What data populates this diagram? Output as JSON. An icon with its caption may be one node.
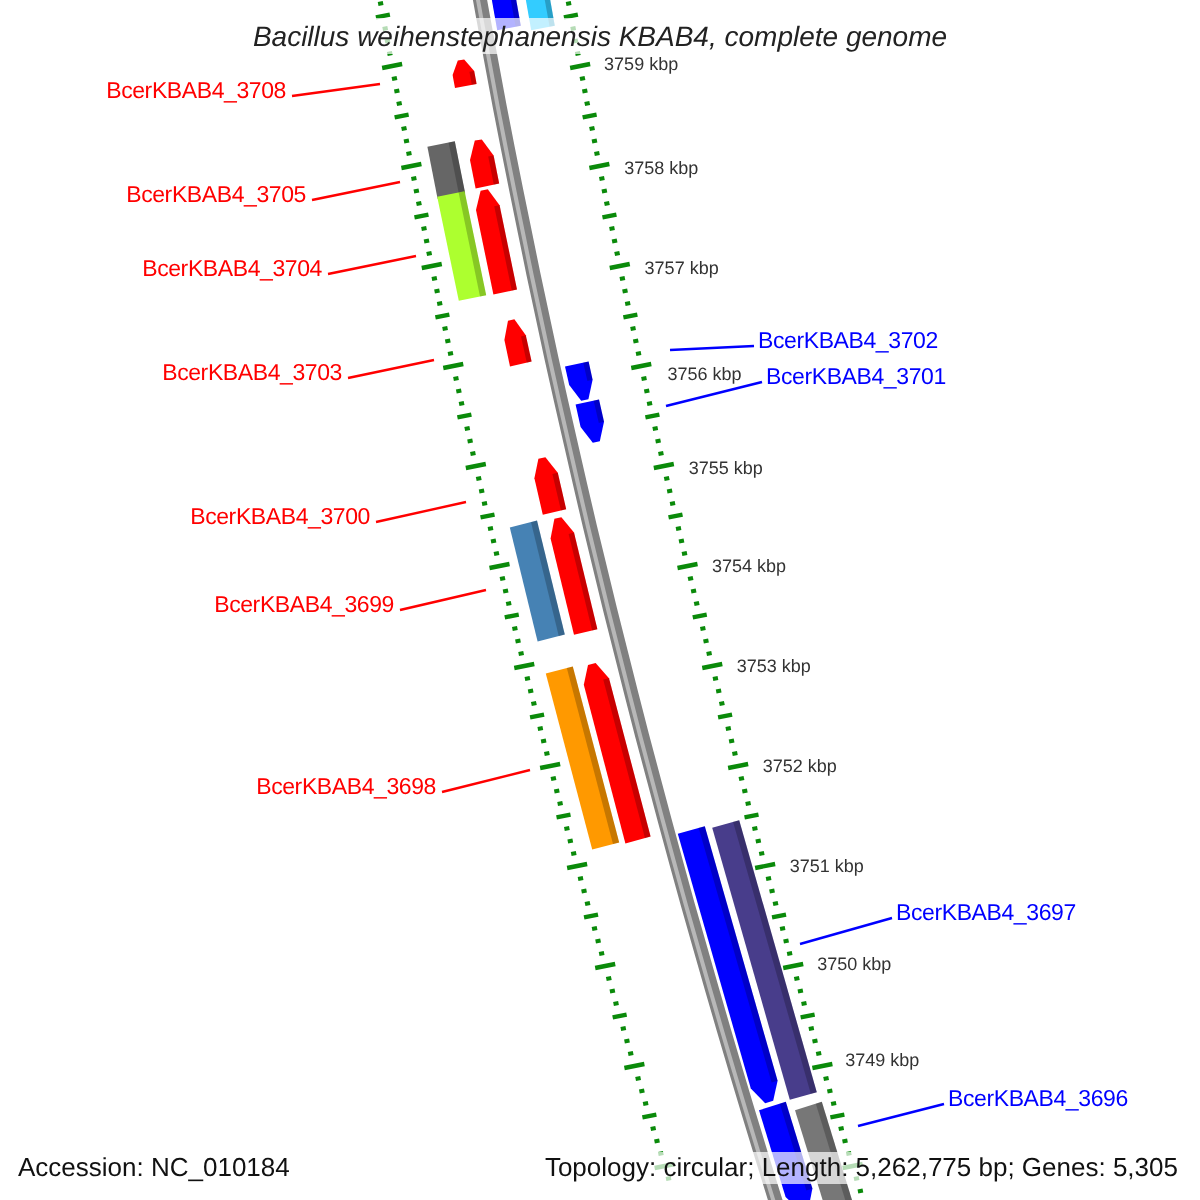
{
  "diagram": {
    "title": "Bacillus weihenstephanensis KBAB4, complete genome",
    "nodes": [
      {
        "text": [
          "BcerKBAB4_3708"
        ]
      },
      {
        "text": [
          "BcerKBAB4_3705"
        ]
      },
      {
        "text": [
          "BcerKBAB4_3704"
        ]
      },
      {
        "text": [
          "BcerKBAB4_3703"
        ]
      },
      {
        "text": [
          "BcerKBAB4_3700"
        ]
      },
      {
        "text": [
          "BcerKBAB4_3699"
        ]
      },
      {
        "text": [
          "BcerKBAB4_3698"
        ]
      },
      {
        "text": [
          "BcerKBAB4_3702"
        ]
      },
      {
        "text": [
          "BcerKBAB4_3701"
        ]
      },
      {
        "text": [
          "BcerKBAB4_3697"
        ]
      },
      {
        "text": [
          "BcerKBAB4_3696"
        ]
      }
    ],
    "edges": [
      {
        "from": 0,
        "to": null,
        "arrow": "none"
      },
      {
        "from": 1,
        "to": null,
        "arrow": "none"
      },
      {
        "from": 2,
        "to": null,
        "arrow": "none"
      },
      {
        "from": 3,
        "to": null,
        "arrow": "none"
      },
      {
        "from": 4,
        "to": null,
        "arrow": "none"
      },
      {
        "from": 5,
        "to": null,
        "arrow": "none"
      },
      {
        "from": 6,
        "to": null,
        "arrow": "none"
      },
      {
        "from": 7,
        "to": null,
        "arrow": "none",
        "color": "#0000ff"
      },
      {
        "from": 8,
        "to": null,
        "arrow": "none",
        "color": "#0000ff"
      },
      {
        "from": 9,
        "to": null,
        "arrow": "none",
        "color": "#0000ff"
      },
      {
        "from": 10,
        "to": null,
        "arrow": "none",
        "color": "#0000ff"
      }
    ],
    "labels": [
      "3759 kbp",
      "3758 kbp",
      "3757 kbp",
      "3756 kbp",
      "3755 kbp",
      "3754 kbp",
      "3753 kbp",
      "3752 kbp",
      "3751 kbp",
      "3750 kbp",
      "3749 kbp",
      "Accession: NC_010184",
      "Topology: circular; Length: 5,262,775 bp; Genes: 5,305"
    ]
  }
}
